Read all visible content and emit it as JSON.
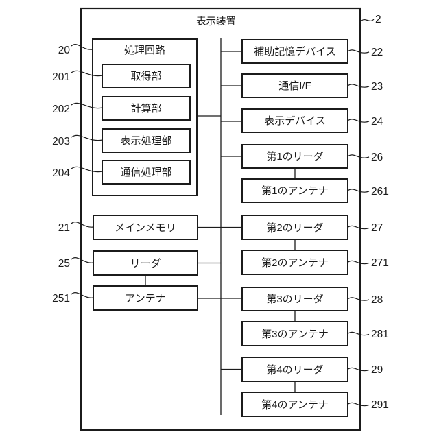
{
  "colors": {
    "line": "#1b1b1b",
    "background": "#ffffff"
  },
  "outer": {
    "label": "表示装置",
    "ref": "2"
  },
  "left": {
    "processing_circuit": {
      "label": "処理回路",
      "ref": "20"
    },
    "acquisition_unit": {
      "label": "取得部",
      "ref": "201"
    },
    "calculation_unit": {
      "label": "計算部",
      "ref": "202"
    },
    "display_processing_unit": {
      "label": "表示処理部",
      "ref": "203"
    },
    "communication_processing_unit": {
      "label": "通信処理部",
      "ref": "204"
    },
    "main_memory": {
      "label": "メインメモリ",
      "ref": "21"
    },
    "reader": {
      "label": "リーダ",
      "ref": "25"
    },
    "antenna": {
      "label": "アンテナ",
      "ref": "251"
    }
  },
  "right": {
    "auxiliary_storage_device": {
      "label": "補助記憶デバイス",
      "ref": "22"
    },
    "communication_interface": {
      "label": "通信I/F",
      "ref": "23"
    },
    "display_device": {
      "label": "表示デバイス",
      "ref": "24"
    },
    "first_reader": {
      "label": "第1のリーダ",
      "ref": "26"
    },
    "first_antenna": {
      "label": "第1のアンテナ",
      "ref": "261"
    },
    "second_reader": {
      "label": "第2のリーダ",
      "ref": "27"
    },
    "second_antenna": {
      "label": "第2のアンテナ",
      "ref": "271"
    },
    "third_reader": {
      "label": "第3のリーダ",
      "ref": "28"
    },
    "third_antenna": {
      "label": "第3のアンテナ",
      "ref": "281"
    },
    "fourth_reader": {
      "label": "第4のリーダ",
      "ref": "29"
    },
    "fourth_antenna": {
      "label": "第4のアンテナ",
      "ref": "291"
    }
  }
}
